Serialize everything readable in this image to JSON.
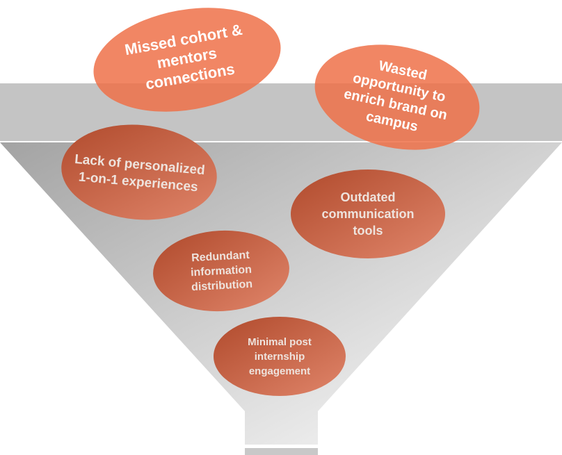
{
  "title": "Funnel of pain points",
  "colors": {
    "bubble": "#ef7149",
    "band": "#9e9e9e",
    "funnel_top": "#a8a8a8",
    "funnel_bottom": "#ffffff",
    "spout_bar": "#c8c8c8"
  },
  "bubbles": [
    {
      "lines": [
        "Missed cohort &",
        "mentors",
        "connections"
      ]
    },
    {
      "lines": [
        "Wasted",
        "opportunity to",
        "enrich brand on",
        "campus"
      ]
    },
    {
      "lines": [
        "Lack of personalized",
        "1-on-1 experiences"
      ]
    },
    {
      "lines": [
        "Outdated",
        "communication",
        "tools"
      ]
    },
    {
      "lines": [
        "Redundant",
        "information",
        "distribution"
      ]
    },
    {
      "lines": [
        "Minimal post",
        "internship",
        "engagement"
      ]
    }
  ]
}
